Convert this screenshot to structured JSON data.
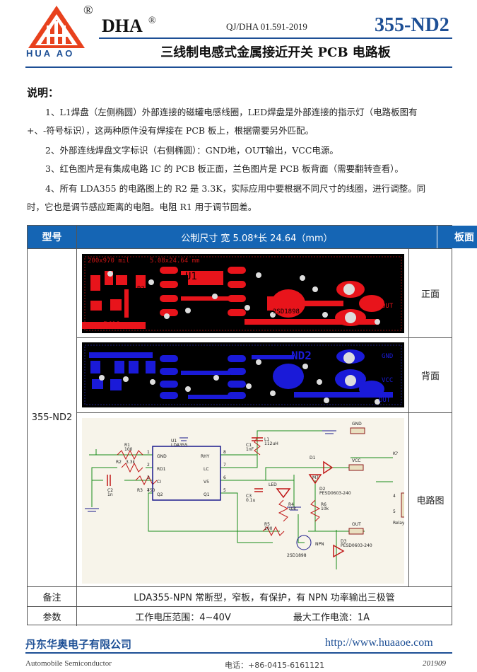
{
  "header": {
    "reg_mark": "®",
    "logo_text": "HUA AO",
    "brand": "DHA",
    "doc_number": "QJ/DHA 01.591-2019",
    "model": "355-ND2",
    "title": "三线制电感式金属接近开关 PCB 电路板"
  },
  "notes": {
    "heading": "说明：",
    "items": [
      "1、L1焊盘（左侧椭圆）外部连接的磁罐电感线圈，LED焊盘是外部连接的指示灯（电路板图有",
      "+、-符号标识），这两种原件没有焊接在 PCB 板上，根据需要另外匹配。",
      "2、外部连线焊盘文字标识（右侧椭圆）：GND地，OUT输出，VCC电源。",
      "3、红色图片是有集成电路 IC 的 PCB 板正面，兰色图片是 PCB 板背面（需要翻转查看）。",
      "4、所有 LDA355 的电路图上的 R2 是 3.3K，实际应用中要根据不同尺寸的线圈，进行调整。同",
      "时，它也是调节感应距离的电阻。电阻 R1 用于调节回差。"
    ]
  },
  "table": {
    "headers": [
      "型号",
      "公制尺寸 宽 5.08*长 24.64（mm）",
      "板面"
    ],
    "model_cell": "355-ND2",
    "rows": [
      {
        "face": "正面"
      },
      {
        "face": "背面"
      },
      {
        "face": "电路图"
      }
    ],
    "remark_label": "备注",
    "remark_value": "LDA355-NPN 常断型，窄板，有保护，有 NPN 功率输出三极管",
    "param_label": "参数",
    "param_voltage": "工作电压范围：4~40V",
    "param_current": "最大工作电流：1A"
  },
  "pcb_front": {
    "top_text": "200x970 mil   5.08x24.64 mm",
    "labels": [
      "R1",
      "R3",
      "R2",
      "L1",
      "U1",
      "2SD1898",
      "B",
      "OUT",
      "DHA",
      "1"
    ]
  },
  "pcb_back": {
    "labels": [
      "ND2",
      "GND",
      "VCC",
      "OUT"
    ]
  },
  "schematic": {
    "labels": [
      "U1",
      "LDA355",
      "GND",
      "RHY",
      "RD1",
      "LC",
      "CI",
      "V5",
      "Q2",
      "Q1",
      "R1",
      "100",
      "R2",
      "3.3k",
      "C2",
      "1n",
      "R3",
      "750",
      "C1",
      "1nF",
      "L1",
      "112uH",
      "GND",
      "VCC",
      "D1",
      "M7",
      "LED",
      "C3",
      "0.1u",
      "D2",
      "PESD0603-240",
      "R4",
      "10k",
      "R6",
      "10k",
      "R5",
      "100",
      "NPN",
      "2SD1898",
      "D3",
      "PESD0603-240",
      "OUT",
      "K?",
      "Relay",
      "1",
      "2",
      "3",
      "4",
      "5",
      "6",
      "7",
      "8"
    ]
  },
  "footer": {
    "company": "丹东华奥电子有限公司",
    "url": "http://www.huaaoe.com",
    "tagline": "Automobile Semiconductor",
    "phone": "电话：+86-0415-6161121",
    "date": "201909"
  },
  "colors": {
    "brand_blue": "#1d4f95",
    "header_blue": "#1565b4",
    "logo_red": "#e8411d",
    "pcb_front": "#e8141b",
    "pcb_back": "#1a1ad8"
  }
}
